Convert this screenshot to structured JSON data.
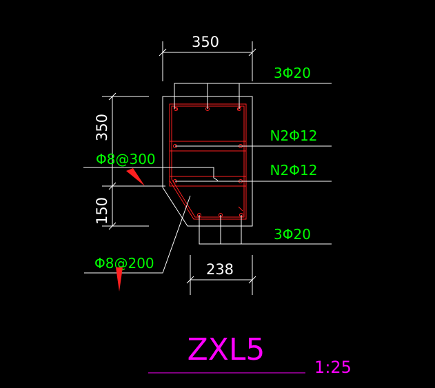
{
  "colors": {
    "background": "#000000",
    "dimension_lines": "#ffffff",
    "dimension_text": "#ffffff",
    "rebar_labels": "#00ff00",
    "section_outline": "#ffffff",
    "stirrup": "#ff2020",
    "title": "#ff00ff",
    "arrow_marker": "#ff2020"
  },
  "dimensions": {
    "top_width": "350",
    "upper_height": "350",
    "lower_height": "150",
    "bottom_width": "238"
  },
  "rebar_labels": {
    "top_bars": "3Φ20",
    "side_bars_upper": "N2Φ12",
    "side_bars_lower": "N2Φ12",
    "bottom_bars": "3Φ20"
  },
  "stirrup_labels": {
    "upper": "Φ8@300",
    "lower": "Φ8@200"
  },
  "title": {
    "name": "ZXL5",
    "scale": "1:25"
  }
}
